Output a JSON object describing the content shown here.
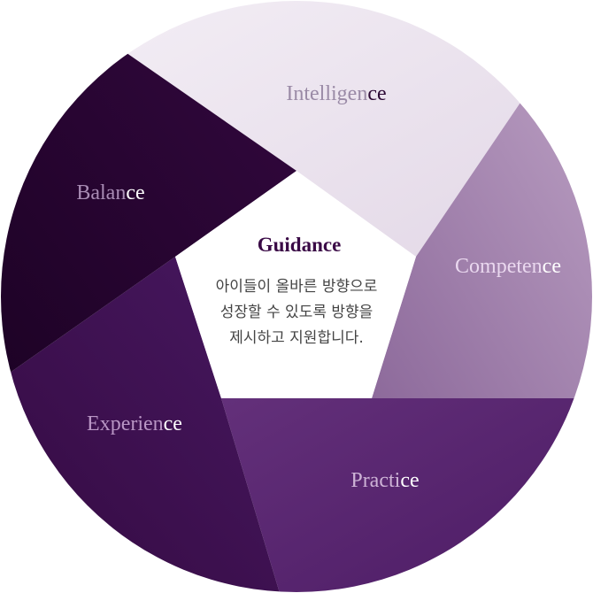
{
  "center": {
    "title": "Guidance",
    "lines": [
      "아이들이 올바른 방향으로",
      "성장할 수 있도록 방향을",
      "제시하고 지원합니다."
    ],
    "title_color": "#3a0a46",
    "text_color": "#444444"
  },
  "segments": [
    {
      "id": "intelligence",
      "label": {
        "main": "Intelligen",
        "tail": "ce"
      },
      "text_color": "#9a8aa6",
      "tail_color": "#2b0834",
      "colors": [
        "#f4eff6",
        "#e2d7e6"
      ]
    },
    {
      "id": "competence",
      "label": {
        "main": "Competen",
        "tail": "ce"
      },
      "text_color": "#ead8ef",
      "tail_color": "#ffffff",
      "colors": [
        "#c2a8c9",
        "#8d6a9b"
      ]
    },
    {
      "id": "practice",
      "label": {
        "main": "Practi",
        "tail": "ce"
      },
      "text_color": "#cdb3d6",
      "tail_color": "#ffffff",
      "colors": [
        "#63307a",
        "#4a1962"
      ]
    },
    {
      "id": "experience",
      "label": {
        "main": "Experien",
        "tail": "ce"
      },
      "text_color": "#b996c5",
      "tail_color": "#ffffff",
      "colors": [
        "#471860",
        "#33093f"
      ]
    },
    {
      "id": "balance",
      "label": {
        "main": "Balan",
        "tail": "ce"
      },
      "text_color": "#a98db5",
      "tail_color": "#ffffff",
      "colors": [
        "#340840",
        "#1c0224"
      ]
    }
  ]
}
